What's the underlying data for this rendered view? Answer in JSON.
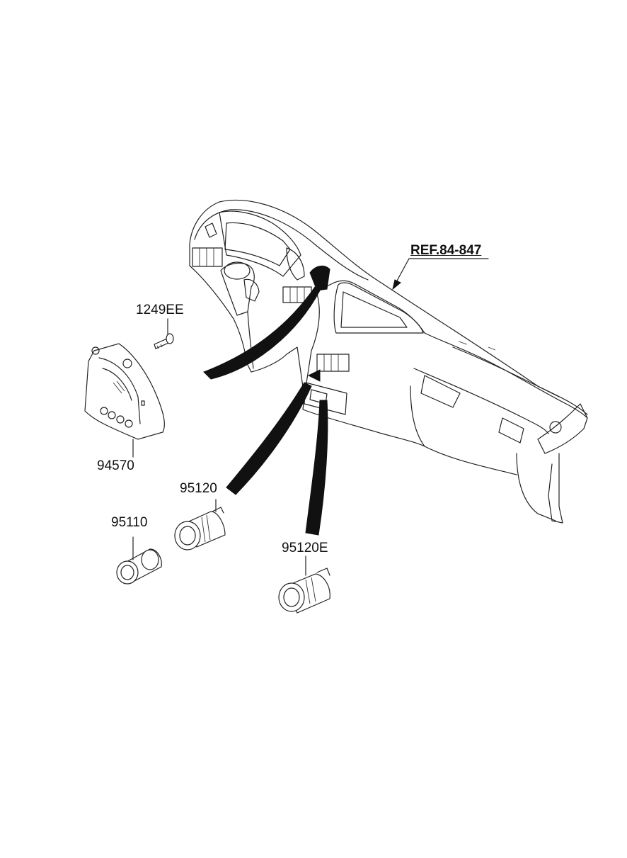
{
  "labels": {
    "ref": "REF.84-847",
    "bolt": "1249EE",
    "panel": "94570",
    "socket": "95120",
    "lighter": "95110",
    "socket_extra": "95120E"
  },
  "colors": {
    "line": "#222222",
    "arrow_fill": "#111111",
    "background": "#ffffff"
  }
}
